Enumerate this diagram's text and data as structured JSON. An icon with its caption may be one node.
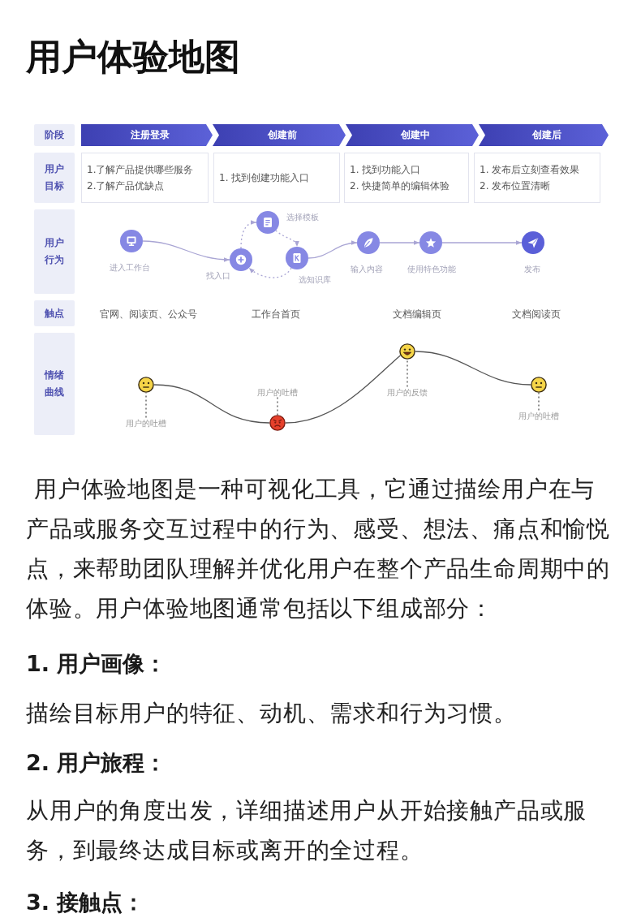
{
  "diagram": {
    "title": "用户体验地图",
    "nodes": [
      {
        "text": [
          "阶段"
        ]
      },
      {
        "text": [
          "注册登录"
        ]
      },
      {
        "text": [
          "创建前"
        ]
      },
      {
        "text": [
          "创建中"
        ]
      },
      {
        "text": [
          "创建后"
        ]
      },
      {
        "text": [
          "用户目标"
        ]
      },
      {
        "text": [
          "1.了解产品提供哪些服务",
          "2.了解产品优缺点"
        ]
      },
      {
        "text": [
          "1. 找到创建功能入口"
        ]
      },
      {
        "text": [
          "1. 找到功能入口",
          "2. 快捷简单的编辑体验"
        ]
      },
      {
        "text": [
          "1. 发布后立刻查看效果",
          "2. 发布位置清晰"
        ]
      },
      {
        "text": [
          "用户行为"
        ]
      },
      {
        "text": [],
        "shape": "circle",
        "beside": [
          "进入工作台"
        ]
      },
      {
        "text": [],
        "shape": "circle",
        "beside": [
          "找入口"
        ]
      },
      {
        "text": [],
        "shape": "circle",
        "beside": [
          "选择模板"
        ]
      },
      {
        "text": [],
        "shape": "circle",
        "beside": [
          "选知识库"
        ]
      },
      {
        "text": [],
        "shape": "circle",
        "beside": [
          "输入内容"
        ]
      },
      {
        "text": [],
        "shape": "circle",
        "beside": [
          "使用特色功能"
        ]
      },
      {
        "text": [],
        "shape": "circle",
        "beside": [
          "发布"
        ]
      },
      {
        "text": [
          "触点"
        ]
      },
      {
        "text": [
          "情绪曲线"
        ]
      },
      {
        "text": [],
        "shape": "circle"
      },
      {
        "text": [
          "用户的吐槽"
        ]
      },
      {
        "text": [
          "用户的吐槽"
        ]
      },
      {
        "text": [],
        "shape": "circle"
      },
      {
        "text": [],
        "shape": "circle"
      },
      {
        "text": [
          "用户的反馈"
        ]
      },
      {
        "text": [],
        "shape": "circle"
      },
      {
        "text": [
          "用户的吐槽"
        ]
      }
    ],
    "edges": [
      {
        "from": 11,
        "to": 12,
        "arrow": "to"
      },
      {
        "from": 12,
        "to": 13,
        "arrow": "to",
        "style": "dashed"
      },
      {
        "from": 13,
        "to": 14,
        "arrow": "to",
        "style": "dashed"
      },
      {
        "from": 14,
        "to": 12,
        "arrow": "to",
        "style": "dashed"
      },
      {
        "from": 14,
        "to": 15,
        "arrow": "to"
      },
      {
        "from": 15,
        "to": 16,
        "arrow": "to"
      },
      {
        "from": 16,
        "to": 17,
        "arrow": "to"
      },
      {
        "from": 20,
        "to": 23,
        "arrow": "none",
        "color": "#555555"
      },
      {
        "from": 23,
        "to": 24,
        "arrow": "none",
        "color": "#555555"
      },
      {
        "from": 24,
        "to": 26,
        "arrow": "none",
        "color": "#555555"
      },
      {
        "from": 21,
        "to": 20,
        "arrow": "none",
        "style": "dashed",
        "color": "#555555"
      },
      {
        "from": 22,
        "to": 23,
        "arrow": "none",
        "style": "dashed",
        "color": "#555555"
      },
      {
        "from": 25,
        "to": 24,
        "arrow": "none",
        "style": "dashed",
        "color": "#555555"
      },
      {
        "from": 27,
        "to": 26,
        "arrow": "none",
        "style": "dashed",
        "color": "#555555"
      }
    ],
    "labels": [
      "官网、阅读页、公众号",
      "工作台首页",
      "文档编辑页",
      "文档阅读页",
      "用户体验地图是一种可视化工具，它通过描绘用户在与产品或服务交互过程中的行为、感受、想法、痛点和愉悦点，来帮助团队理解并优化用户在整个产品生命周期中的体验。用户体验地图通常包括以下组成部分：",
      "1. 用户画像：",
      "描绘目标用户的特征、动机、需求和行为习惯。",
      "2. 用户旅程：",
      "从用户的角度出发，详细描述用户从开始接触产品或服务，到最终达成目标或离开的全过程。",
      "3. 接触点："
    ]
  }
}
